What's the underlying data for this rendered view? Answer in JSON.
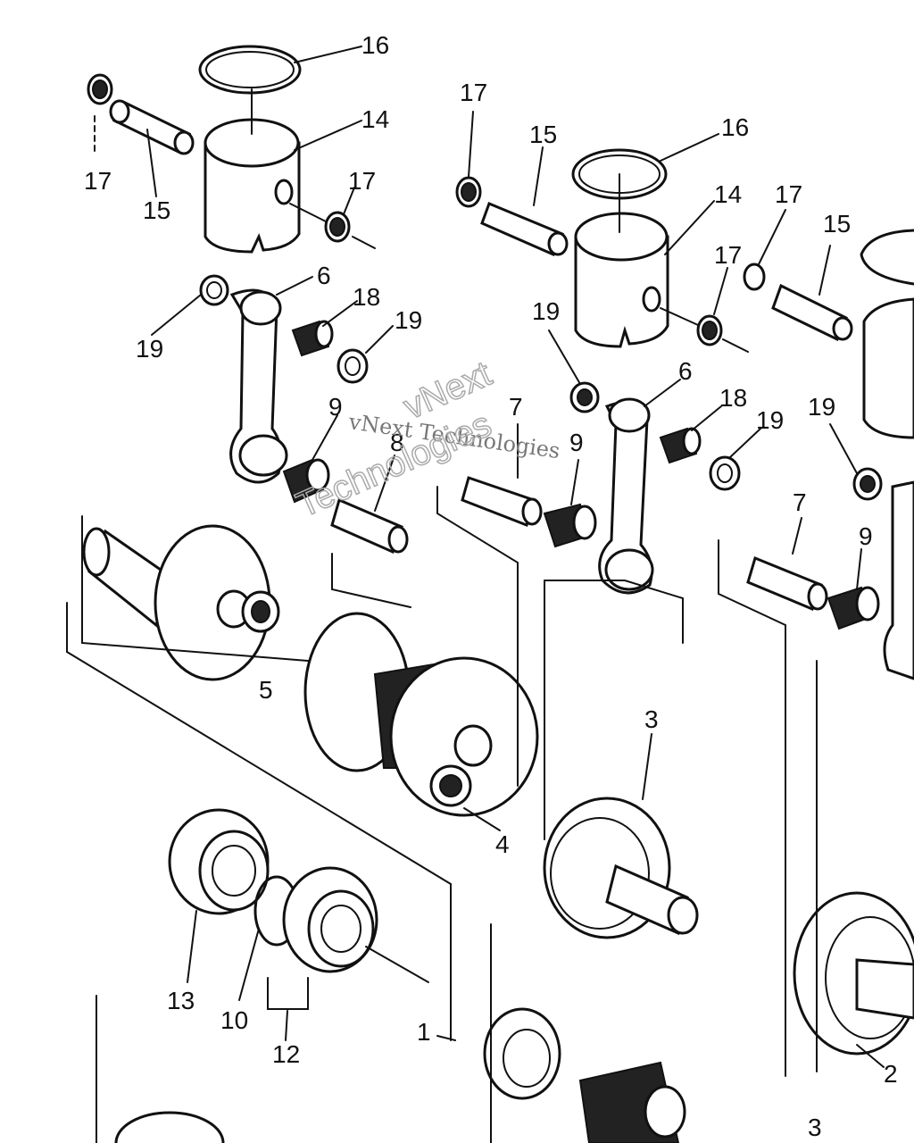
{
  "watermark": {
    "text": "vNext Technologies",
    "outline_line1": "vNext",
    "outline_line2": "Technologies"
  },
  "labels": {
    "l1": "1",
    "l2": "2",
    "l3a": "3",
    "l3b": "3",
    "l4": "4",
    "l5": "5",
    "l6a": "6",
    "l6b": "6",
    "l7a": "7",
    "l7b": "7",
    "l8": "8",
    "l9a": "9",
    "l9b": "9",
    "l9c": "9",
    "l10": "10",
    "l12": "12",
    "l13": "13",
    "l14a": "14",
    "l14b": "14",
    "l15a": "15",
    "l15b": "15",
    "l15c": "15",
    "l16a": "16",
    "l16b": "16",
    "l17a": "17",
    "l17b": "17",
    "l17c": "17",
    "l17d": "17",
    "l17e": "17",
    "l18a": "18",
    "l18b": "18",
    "l19a": "19",
    "l19b": "19",
    "l19c": "19",
    "l19d": "19",
    "l19e": "19"
  }
}
